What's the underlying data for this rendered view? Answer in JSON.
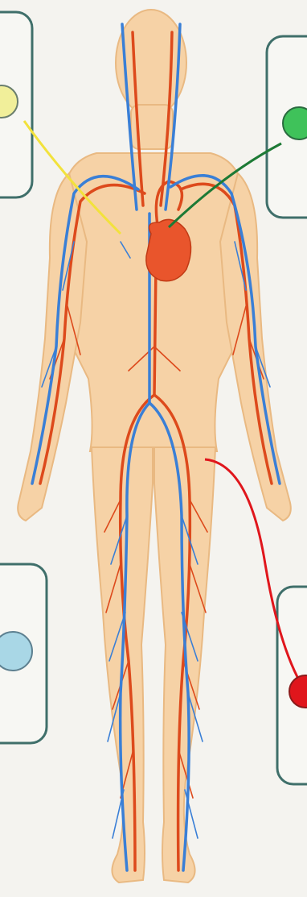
{
  "diagram": {
    "subject": "circulatory-system",
    "colors": {
      "background": "#f4f3ef",
      "skin": "#f6d2a6",
      "skin_outline": "#e9b982",
      "artery": "#dd4a1c",
      "vein": "#3a7fd6",
      "heart": "#e9552c",
      "panel_border": "#3f6f6a",
      "panel_fill": "#f7f7f3"
    },
    "markers": [
      {
        "id": "yellow",
        "color": "#f1ef9a",
        "leader_color": "#f2e23c"
      },
      {
        "id": "green",
        "color": "#3fc25a",
        "leader_color": "#1d7a35"
      },
      {
        "id": "light-blue",
        "color": "#a9d7e6",
        "leader_color": ""
      },
      {
        "id": "red",
        "color": "#e0161c",
        "leader_color": "#e0161c"
      }
    ]
  }
}
